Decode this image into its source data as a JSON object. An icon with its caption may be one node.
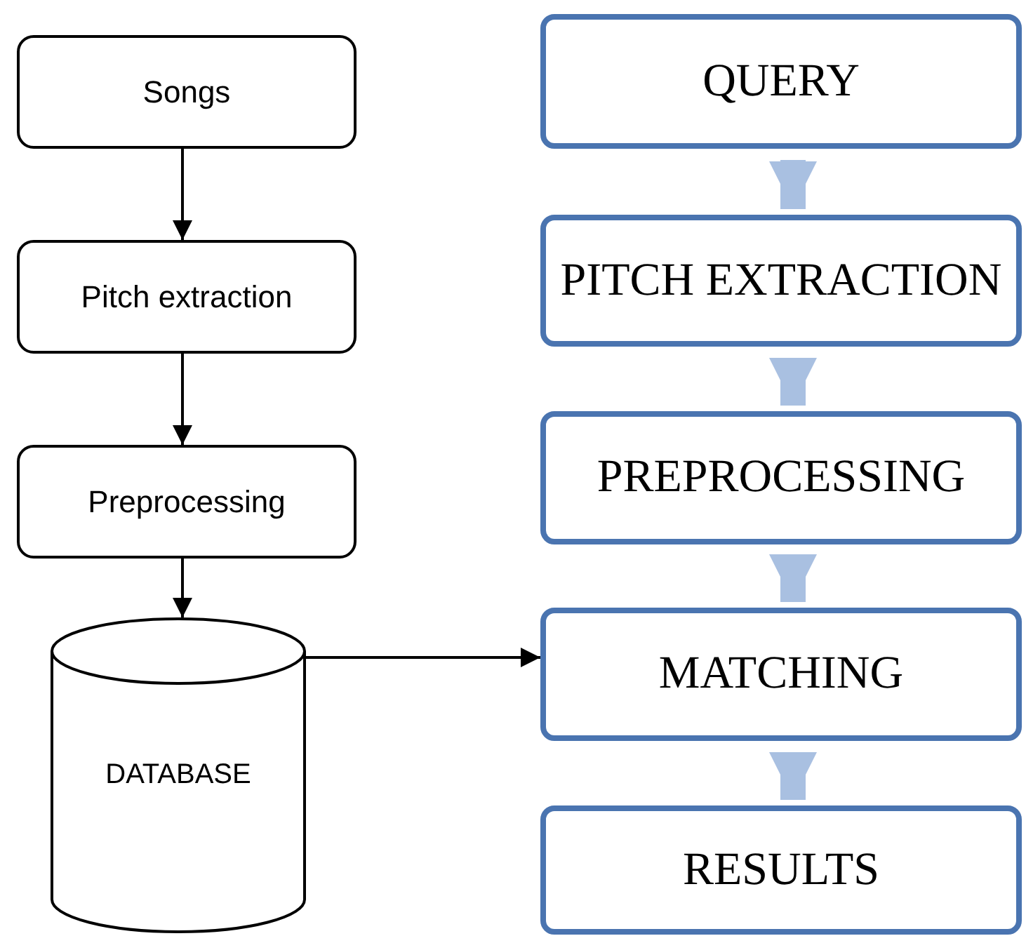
{
  "diagram": {
    "nodes": [
      {
        "text": [
          "Songs"
        ]
      },
      {
        "text": [
          "Pitch extraction"
        ]
      },
      {
        "text": [
          "Preprocessing"
        ]
      },
      {
        "text": [
          "DATABASE"
        ]
      },
      {
        "text": [
          "QUERY"
        ]
      },
      {
        "text": [
          "PITCH EXTRACTION"
        ]
      },
      {
        "text": [
          "PREPROCESSING"
        ]
      },
      {
        "text": [
          "MATCHING"
        ]
      },
      {
        "text": [
          "RESULTS"
        ]
      }
    ],
    "edges": [
      {
        "from": 0,
        "to": 1,
        "arrow": "to"
      },
      {
        "from": 1,
        "to": 2,
        "arrow": "to"
      },
      {
        "from": 2,
        "to": 3,
        "arrow": "to"
      },
      {
        "from": 3,
        "to": 7,
        "arrow": "to"
      },
      {
        "from": 4,
        "to": 5,
        "arrow": "to",
        "style": "thick",
        "color": "#a9c0e1"
      },
      {
        "from": 5,
        "to": 6,
        "arrow": "to",
        "style": "thick",
        "color": "#a9c0e1"
      },
      {
        "from": 6,
        "to": 7,
        "arrow": "to",
        "style": "thick",
        "color": "#a9c0e1"
      },
      {
        "from": 7,
        "to": 8,
        "arrow": "to",
        "style": "thick",
        "color": "#a9c0e1"
      }
    ]
  }
}
